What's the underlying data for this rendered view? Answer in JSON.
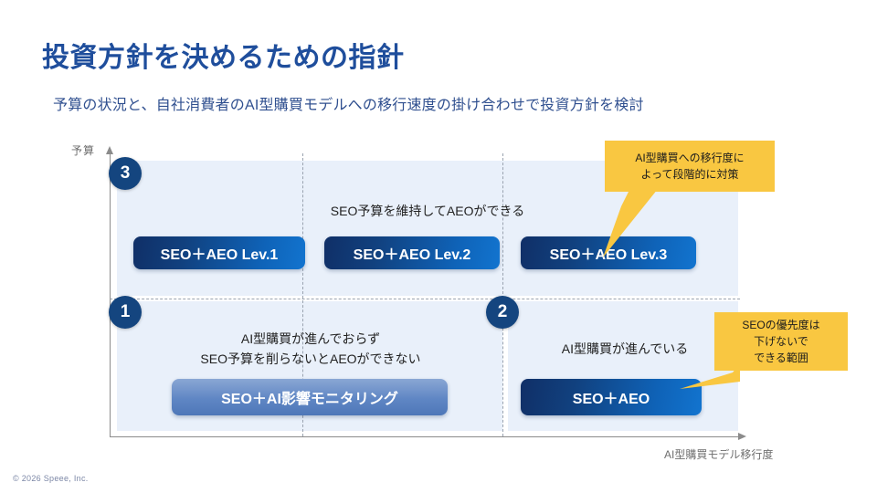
{
  "header": {
    "title": "投資方針を決めるための指針",
    "subtitle": "予算の状況と、自社消費者のAI型購買モデルへの移行速度の掛け合わせで投資方針を検討"
  },
  "axes": {
    "y_label": "予算",
    "x_label": "AI型購買モデル移行度"
  },
  "badges": {
    "three": "3",
    "one": "1",
    "two": "2"
  },
  "zones": {
    "upper": {
      "caption": "SEO予算を維持してAEOができる",
      "buttons": [
        {
          "label": "SEO＋AEO Lev.1"
        },
        {
          "label": "SEO＋AEO Lev.2"
        },
        {
          "label": "SEO＋AEO Lev.3"
        }
      ]
    },
    "lower_left": {
      "caption": "AI型購買が進んでおらず\nSEO予算を削らないとAEOができない",
      "button": "SEO＋AI影響モニタリング"
    },
    "lower_right": {
      "caption": "AI型購買が進んでいる",
      "button": "SEO＋AEO"
    }
  },
  "callouts": {
    "top": "AI型購買への移行度に\nよって段階的に対策",
    "right": "SEOの優先度は\n下げないで\nできる範囲"
  },
  "footer": {
    "copyright": "© 2026 Speee, Inc."
  },
  "colors": {
    "title": "#1f4e9c",
    "subtitle": "#2f4f8f",
    "zone_bg": "#e9f0fa",
    "badge": "#14457f",
    "callout": "#f9c741",
    "axis": "#8b8b8b"
  }
}
